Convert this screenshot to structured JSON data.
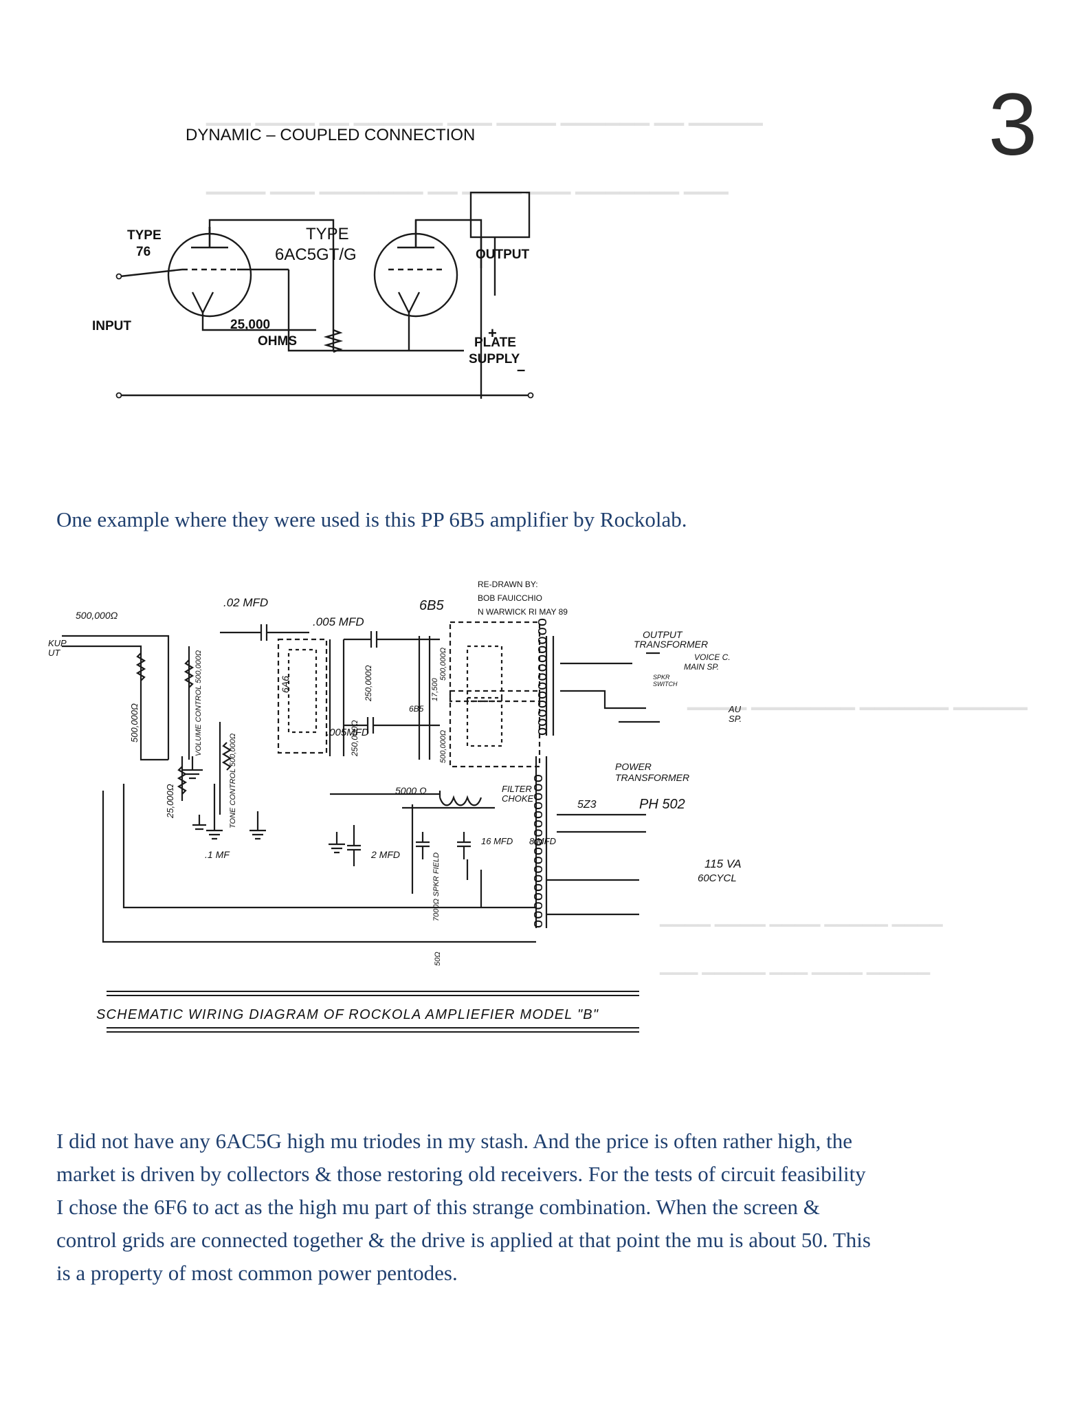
{
  "page_number": "3",
  "figure1": {
    "title": "DYNAMIC – COUPLED CONNECTION",
    "tube1_label_line1": "TYPE",
    "tube1_label_line2": "76",
    "tube2_label_line1": "TYPE",
    "tube2_label_line2": "6AC5GT/G",
    "output_label": "OUTPUT",
    "input_label": "INPUT",
    "resistor_value": "25,000",
    "resistor_unit": "OHMS",
    "plate_plus": "+",
    "plate_label_line1": "PLATE",
    "plate_label_line2": "SUPPLY",
    "plate_minus": "–"
  },
  "caption": "One example where they were used is this PP 6B5 amplifier by Rockolab.",
  "figure2": {
    "credit_line1": "RE-DRAWN BY:",
    "credit_line2": "BOB FAUICCHIO",
    "credit_line3": "N WARWICK  RI  MAY 89",
    "cap1": ".02 MFD",
    "cap2": ".005 MFD",
    "cap3": ".005MFD",
    "tube_6b5_top": "6B5",
    "tube_6b5_mid": "6B5",
    "tube_6a6": "6A6",
    "res_500k": "500,000Ω",
    "res_500k_v": "500,000Ω",
    "pickup_line1": "KUP",
    "pickup_line2": "UT",
    "volume_control": "VOLUME CONTROL 500,000Ω",
    "tone_control": "TONE CONTROL 500,000Ω",
    "res_25k": "25,000Ω",
    "res_250k_a": "250,000Ω",
    "res_250k_b": "250,000Ω",
    "res_17500": "17,500",
    "res_500k_c": "500,000Ω",
    "res_500k_d": "500,000Ω",
    "res_5000": "5000 Ω",
    "cap_1mf": ".1 MF",
    "cap_2mfd": "2 MFD",
    "cap_16mfd": "16 MFD",
    "cap_8mfd": "8 MFD",
    "spkr_field": "7000Ω SPKR FIELD",
    "res_50": "50Ω",
    "filter_choke_line1": "FILTER",
    "filter_choke_line2": "CHOKE",
    "rectifier": "5Z3",
    "output_transformer_line1": "OUTPUT",
    "output_transformer_line2": "TRANSFORMER",
    "voice_coil_line1": "VOICE C.",
    "voice_coil_line2": "MAIN SP.",
    "spkr_switch_line1": "SPKR",
    "spkr_switch_line2": "SWITCH",
    "aux_line1": "AU",
    "aux_line2": "SP.",
    "power_transformer_line1": "POWER",
    "power_transformer_line2": "TRANSFORMER",
    "power_transformer_model": "PH 502",
    "mains_line1": "115 VA",
    "mains_line2": "60CYCL",
    "diagram_title": "SCHEMATIC WIRING DIAGRAM OF ROCKOLA AMPLIEFIER MODEL \"B\""
  },
  "body_lines": [
    "I did not have any 6AC5G high mu triodes in my stash. And the price is often rather high, the",
    "market is driven by collectors & those restoring old receivers. For the tests of circuit feasibility",
    "I chose the 6F6 to act as the high mu part of this strange combination. When the screen &",
    "control grids are connected together & the drive is applied at that point the mu is about 50. This",
    "is a property of most common power pentodes."
  ]
}
